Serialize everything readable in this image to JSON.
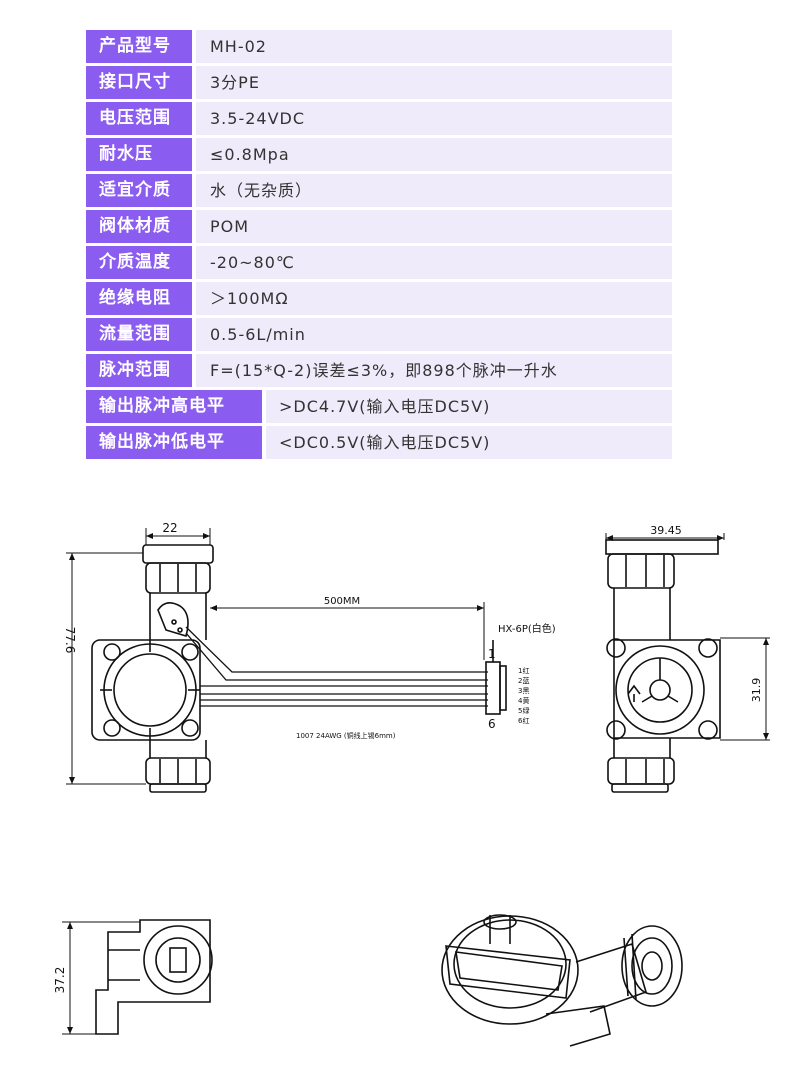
{
  "spec_rows": [
    {
      "label": "产品型号",
      "value": "MH-02"
    },
    {
      "label": "接口尺寸",
      "value": "3分PE"
    },
    {
      "label": "电压范围",
      "value": "3.5-24VDC"
    },
    {
      "label": "耐水压",
      "value": "≤0.8Mpa"
    },
    {
      "label": "适宜介质",
      "value": "水（无杂质）"
    },
    {
      "label": "阀体材质",
      "value": "POM"
    },
    {
      "label": "介质温度",
      "value": "-20~80℃"
    },
    {
      "label": "绝缘电阻",
      "value": "＞100MΩ"
    },
    {
      "label": "流量范围",
      "value": "0.5-6L/min"
    },
    {
      "label": "脉冲范围",
      "value": "F=(15*Q-2)误差≤3%，即898个脉冲一升水"
    },
    {
      "label": "输出脉冲高电平",
      "value": ">DC4.7V(输入电压DC5V)"
    },
    {
      "label": "输出脉冲低电平",
      "value": "<DC0.5V(输入电压DC5V)"
    }
  ],
  "drawing": {
    "dim_width_top": "22",
    "dim_height_left": "77.6",
    "cable_length": "500MM",
    "connector_model": "HX-6P(白色)",
    "wire_spec": "1007 24AWG (铜线上锡6mm)",
    "pin_first": "1",
    "pin_last": "6",
    "pins": [
      "1红",
      "2蓝",
      "3黑",
      "4黄",
      "5绿",
      "6红"
    ],
    "dim_width_side": "39.45",
    "dim_height_side": "31.9",
    "dim_height_bottom": "37.2"
  },
  "colors": {
    "label_bg": "#8a5cf0",
    "value_bg": "#efebfa"
  }
}
